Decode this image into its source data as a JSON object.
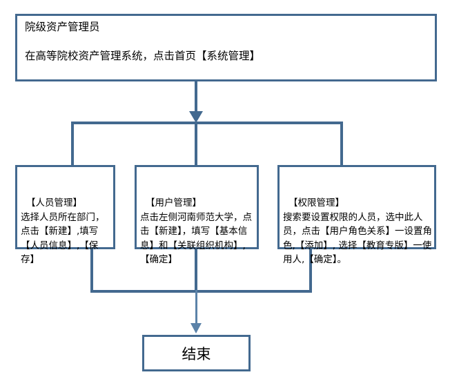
{
  "diagram": {
    "type": "flowchart",
    "title_node": {
      "name": "院级资产管理员",
      "line_1": "院级资产管理员",
      "line_2": "在高等院校资产管理系统，点击首页【系统管理】"
    },
    "branches": [
      {
        "id": "personnel",
        "heading": "【人员管理】",
        "body": "选择人员所在部门，点击【新建】,填写【人员信息】,【保存】"
      },
      {
        "id": "user",
        "heading": "【用户管理】",
        "body": "点击左侧河南师范大学，点击【新建】，填写【基本信息】和【关联组织机构】,【确定】"
      },
      {
        "id": "permission",
        "heading": "【权限管理】",
        "body": "搜索要设置权限的人员，选中此人员，点击【用户角色关系】一设置角色,【添加】, 选择【教育专版】一使用人,【确定】。"
      }
    ],
    "end_node": {
      "label": "结束"
    },
    "colors": {
      "border": "#43698F",
      "connector": "#43698F",
      "connector_light": "#5B82A8",
      "background": "#FFFFFF",
      "text": "#000000"
    }
  }
}
